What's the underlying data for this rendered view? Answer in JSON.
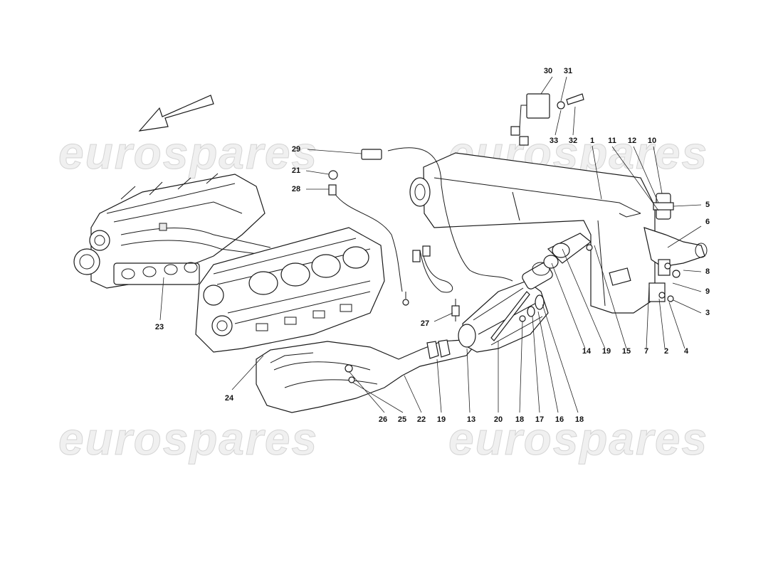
{
  "watermark": {
    "text": "eurospares",
    "color": "#c8c8c8"
  },
  "callouts": {
    "c1": "1",
    "c2": "2",
    "c3": "3",
    "c4": "4",
    "c5": "5",
    "c6": "6",
    "c7": "7",
    "c8": "8",
    "c9": "9",
    "c10": "10",
    "c11": "11",
    "c12": "12",
    "c13": "13",
    "c14": "14",
    "c15": "15",
    "c16": "16",
    "c17": "17",
    "c18a": "18",
    "c18b": "18",
    "c19a": "19",
    "c19b": "19",
    "c20": "20",
    "c21": "21",
    "c22": "22",
    "c23": "23",
    "c24": "24",
    "c25": "25",
    "c26": "26",
    "c27": "27",
    "c28": "28",
    "c29": "29",
    "c30": "30",
    "c31": "31",
    "c32": "32",
    "c33": "33"
  },
  "icons": {
    "direction": "front-direction-arrow-icon"
  }
}
